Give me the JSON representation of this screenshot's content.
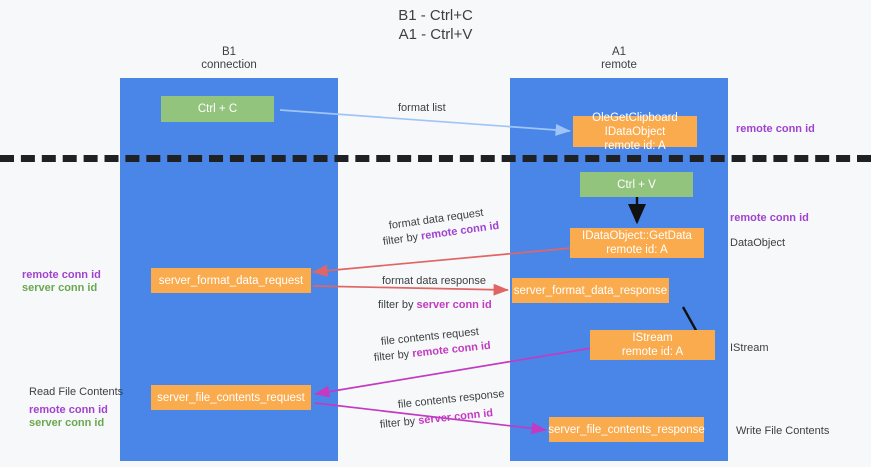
{
  "title": "B1 - Ctrl+C\nA1 - Ctrl+V",
  "columns": [
    {
      "name": "b1",
      "header": "B1\nconnection"
    },
    {
      "name": "a1",
      "header": "A1\nremote"
    }
  ],
  "colors": {
    "lane": "#4a86e8",
    "green_node": "#93c47d",
    "orange_node": "#f9ab4e",
    "remote_conn_id": "#a142d0",
    "server_conn_id": "#6aa84f",
    "format_list_arrow": "#9fc5f8",
    "format_data_arrow": "#e06666",
    "file_contents_arrow": "#c23bc2",
    "control_arrow": "#000000",
    "divider": "#202124"
  },
  "nodes": {
    "ctrl_c": "Ctrl + C",
    "ole_get_clipboard": "OleGetClipboard\nIDataObject\nremote id: A",
    "ctrl_v": "Ctrl + V",
    "idataobject_getdata": "IDataObject::GetData\nremote id: A",
    "server_format_data_request": "server_format_data_request",
    "server_format_data_response": "server_format_data_response",
    "istream": "IStream\nremote id: A",
    "server_file_contents_request": "server_file_contents_request",
    "server_file_contents_response": "server_file_contents_response"
  },
  "right_labels": {
    "remote_conn_id_top": "remote conn id",
    "remote_conn_id_mid": "remote conn id",
    "data_object": "DataObject",
    "istream": "IStream",
    "write_file_contents": "Write File Contents"
  },
  "left_labels": {
    "conn_ids_mid": {
      "remote": "remote conn id",
      "server": "server conn id"
    },
    "read_file_contents": "Read File Contents",
    "conn_ids_bottom": {
      "remote": "remote conn id",
      "server": "server conn id"
    }
  },
  "edges": [
    {
      "name": "format-list",
      "line1": "format list",
      "line2": "",
      "highlight": ""
    },
    {
      "name": "format-data-request",
      "line1": "format data request",
      "prefix": "filter by ",
      "highlight": "remote conn id"
    },
    {
      "name": "format-data-response",
      "line1": "format data response",
      "prefix": "filter by ",
      "highlight": "server conn id"
    },
    {
      "name": "file-contents-request",
      "line1": "file contents request",
      "prefix": "filter by ",
      "highlight": "remote conn id"
    },
    {
      "name": "file-contents-response",
      "line1": "file contents response",
      "prefix": "filter by ",
      "highlight": "server conn id"
    }
  ]
}
